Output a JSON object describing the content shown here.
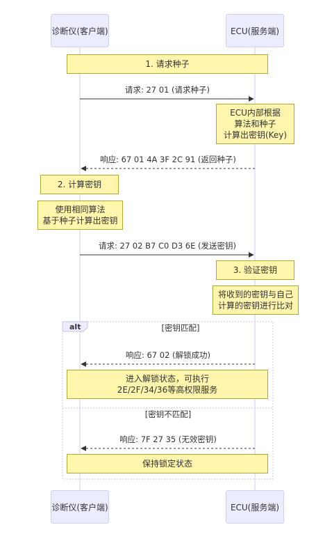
{
  "participants": {
    "client": "诊断仪(客户端)",
    "server": "ECU(服务端)"
  },
  "notes": {
    "n1": "1. 请求种子",
    "n2": "ECU内部根据\n算法和种子\n计算出密钥(Key)",
    "n3": "2. 计算密钥",
    "n4": "使用相同算法\n基于种子计算出密钥",
    "n5": "3. 验证密钥",
    "n6": "将收到的密钥与自己\n计算的密钥进行比对",
    "n7": "进入解锁状态，可执行\n2E/2F/34/36等高权限服务",
    "n8": "保持锁定状态"
  },
  "messages": {
    "m1": "请求: 27 01 (请求种子)",
    "m2": "响应: 67 01 4A 3F 2C 91 (返回种子)",
    "m3": "请求: 27 02 B7 C0 D3 6E (发送密钥)",
    "m4": "响应: 67 02 (解锁成功)",
    "m5": "响应: 7F 27 35 (无效密钥)"
  },
  "alt": {
    "keyword": "alt",
    "cond_match": "[密钥匹配]",
    "cond_mismatch": "[密钥不匹配]"
  },
  "colors": {
    "actor_fill": "#ECECFF",
    "note_fill": "#fff5ad",
    "line": "#333333"
  }
}
